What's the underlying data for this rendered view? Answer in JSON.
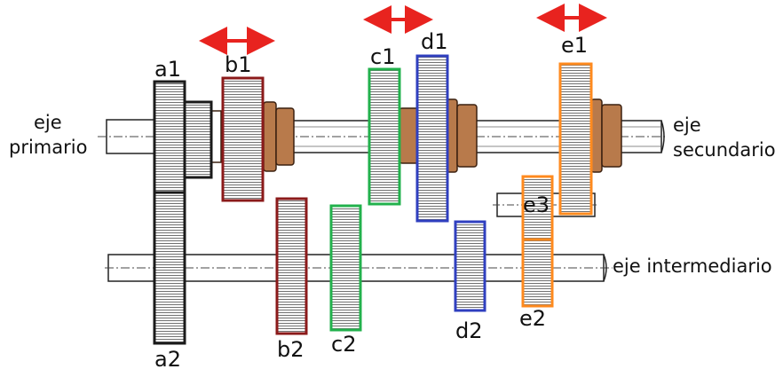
{
  "labels": {
    "shaft_primary": [
      "eje",
      "primario"
    ],
    "shaft_secondary": [
      "eje",
      "secundario"
    ],
    "shaft_intermediate": "eje intermediario",
    "gears": {
      "a1": "a1",
      "a2": "a2",
      "b1": "b1",
      "b2": "b2",
      "c1": "c1",
      "c2": "c2",
      "d1": "d1",
      "d2": "d2",
      "e1": "e1",
      "e2": "e2",
      "e3": "e3"
    }
  },
  "colors": {
    "pair_a": "#1a1a1a",
    "pair_b": "#8b1a1a",
    "pair_c": "#22b14c",
    "pair_d": "#2f3fbf",
    "pair_e": "#ff8a1e",
    "arrow": "#e8231f",
    "synchro": "#b87a4b"
  }
}
